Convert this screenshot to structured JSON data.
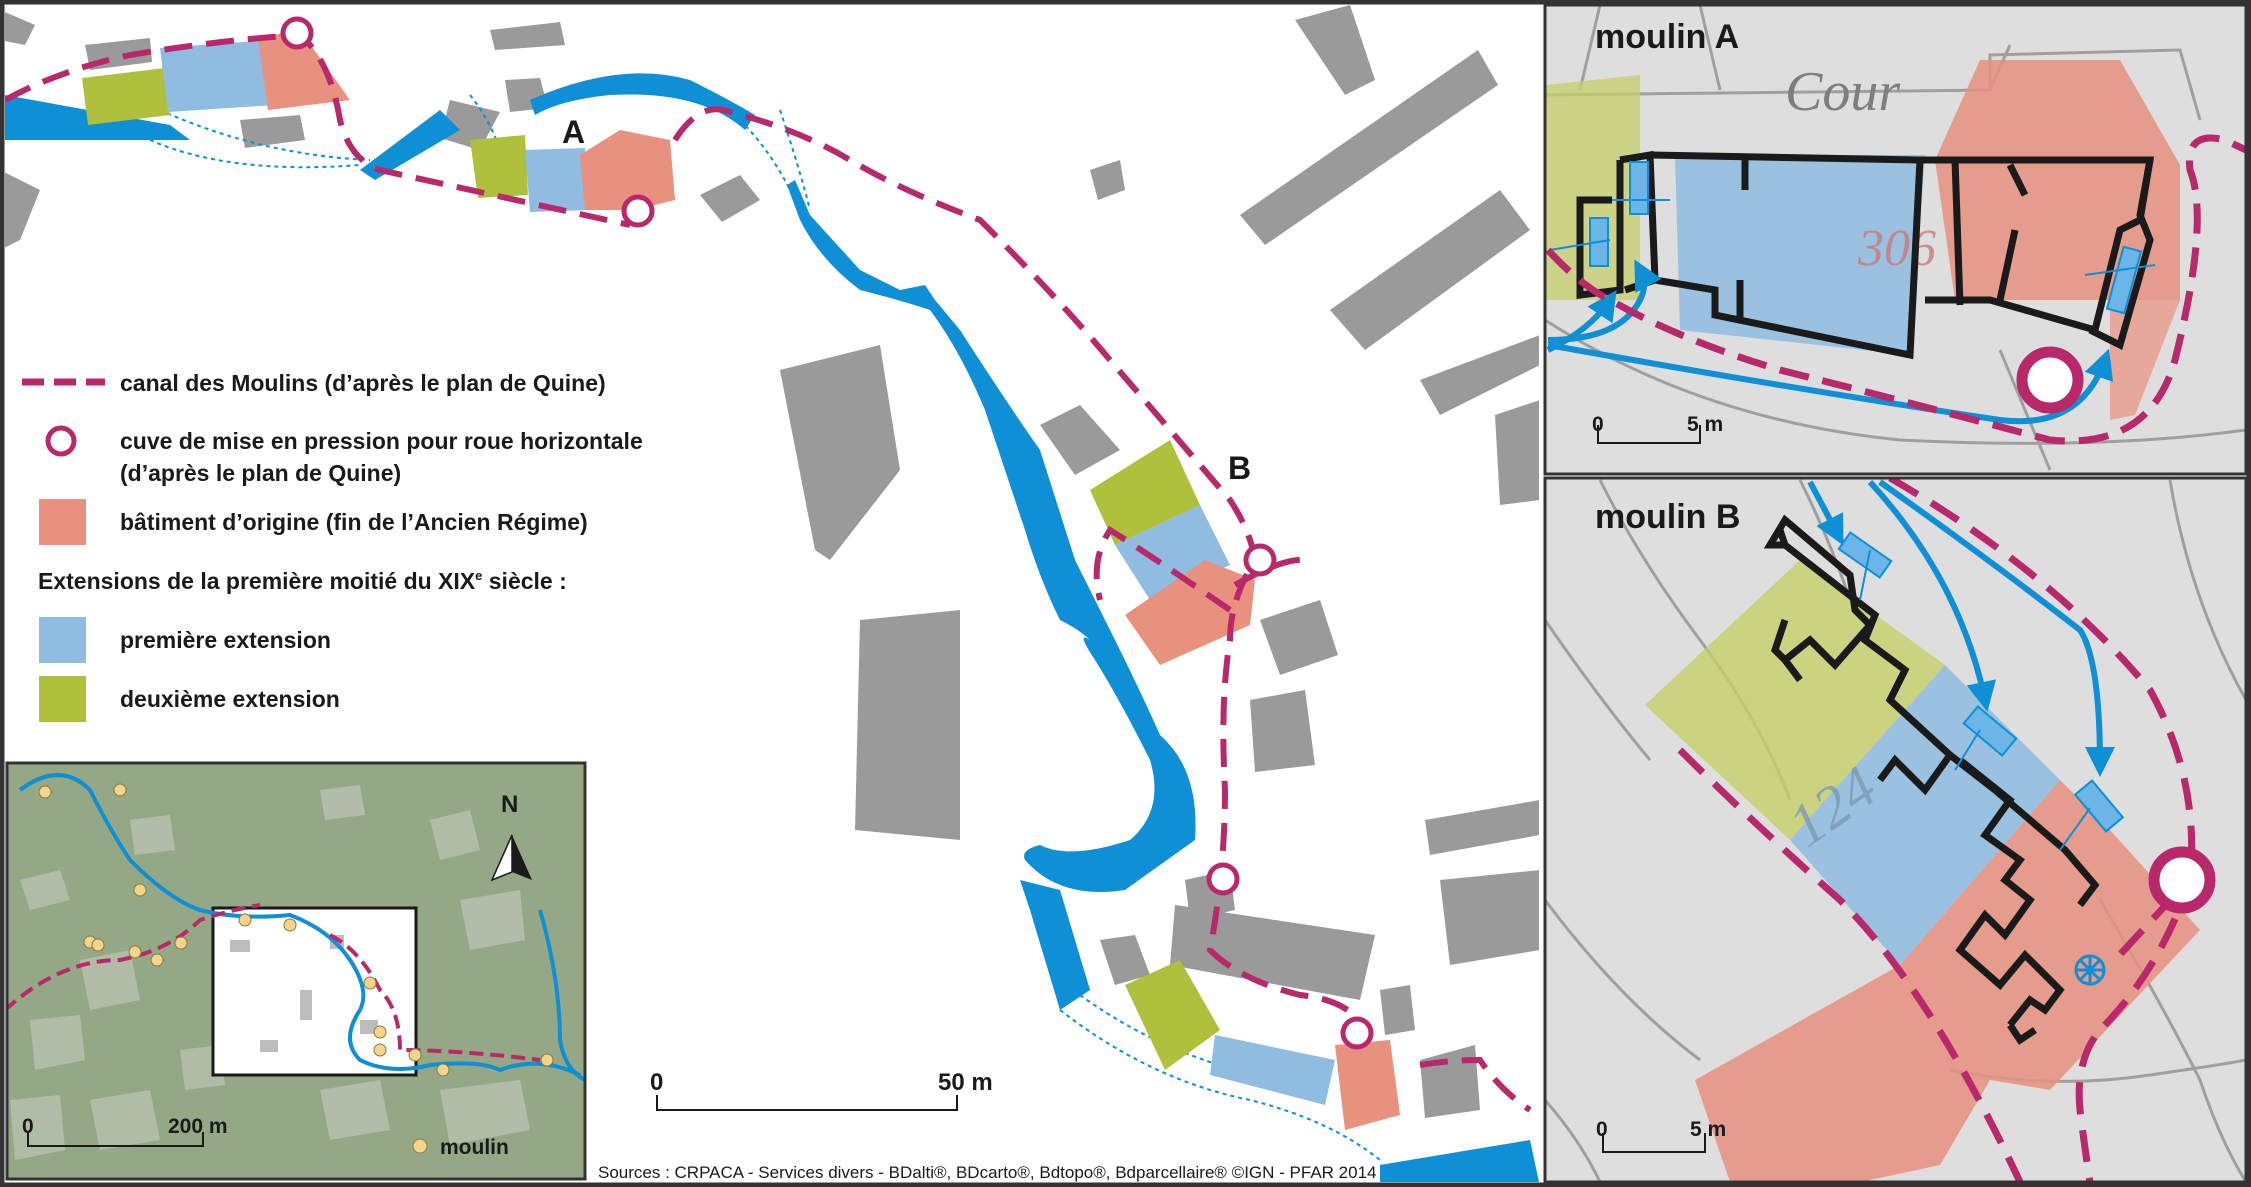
{
  "colors": {
    "canal": "#b8286a",
    "river": "#0e8fd6",
    "original_building": "#e8917e",
    "first_extension": "#8fbce0",
    "second_extension": "#afc03c",
    "building_gray": "#9a9a9a",
    "border": "#333333",
    "mill_point": "#f3d48a"
  },
  "labels": {
    "mill_a": "A",
    "mill_b": "B"
  },
  "legend": {
    "canal": "canal des Moulins (d’après le plan de Quine)",
    "tank_line1": "cuve de mise en pression pour roue horizontale",
    "tank_line2": "(d’après le plan de Quine)",
    "original": "bâtiment d’origine (fin de l’Ancien Régime)",
    "extensions_title": "Extensions de la première moitié du XIX",
    "extensions_sup": "e",
    "extensions_tail": " siècle :",
    "first": "première extension",
    "second": "deuxième extension"
  },
  "scale_main": {
    "zero": "0",
    "end": "50 m"
  },
  "sources": "Sources : CRPACA - Services divers - BDalti®, BDcarto®, Bdtopo®, Bdparcellaire® ©IGN - PFAR 2014",
  "inset": {
    "north": "N",
    "scale_zero": "0",
    "scale_end": "200 m",
    "mill_legend": "moulin"
  },
  "detail_a": {
    "title": "moulin A",
    "scale_zero": "0",
    "scale_end": "5 m",
    "cadastre_text1": "Cour",
    "cadastre_text2": "306"
  },
  "detail_b": {
    "title": "moulin B",
    "scale_zero": "0",
    "scale_end": "5 m",
    "cadastre_text1": "124"
  }
}
